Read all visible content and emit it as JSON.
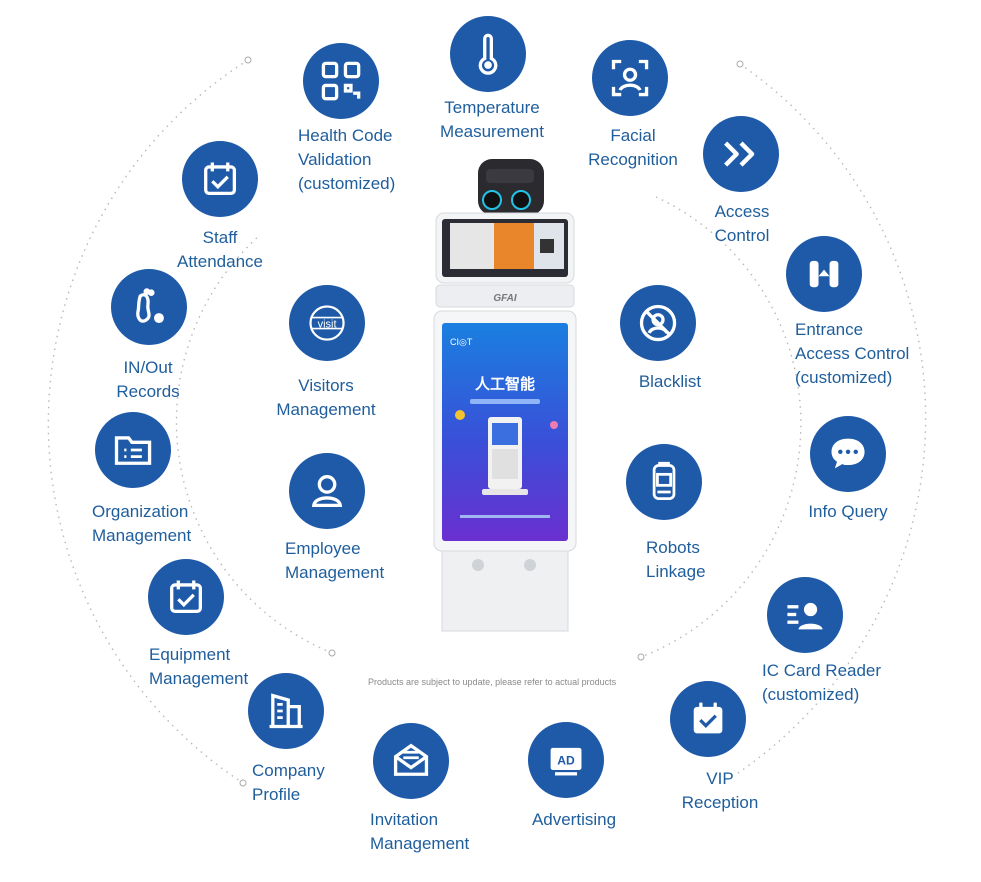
{
  "features": {
    "health_code": {
      "label": "Health Code\nValidation\n(customized)",
      "icon": "qr-code-icon"
    },
    "temperature": {
      "label": "Temperature\nMeasurement",
      "icon": "thermometer-icon"
    },
    "facial": {
      "label": "Facial\nRecognition",
      "icon": "face-scan-icon"
    },
    "access_control": {
      "label": "Access\nControl",
      "icon": "double-chevron-icon"
    },
    "entrance": {
      "label": "Entrance\nAccess Control\n(customized)",
      "icon": "turnstile-icon"
    },
    "info_query": {
      "label": "Info Query",
      "icon": "chat-bubble-icon"
    },
    "ic_card": {
      "label": "IC Card Reader\n(customized)",
      "icon": "id-card-icon"
    },
    "vip": {
      "label": "VIP\nReception",
      "icon": "vip-badge-icon"
    },
    "advertising": {
      "label": "Advertising",
      "icon": "ad-screen-icon"
    },
    "invitation": {
      "label": "Invitation\nManagement",
      "icon": "envelope-icon"
    },
    "company": {
      "label": "Company\nProfile",
      "icon": "building-icon"
    },
    "equipment": {
      "label": "Equipment\nManagement",
      "icon": "calendar-check-icon"
    },
    "organization": {
      "label": "Organization\nManagement",
      "icon": "folder-list-icon"
    },
    "inout": {
      "label": "IN/Out\nRecords",
      "icon": "footprint-icon"
    },
    "staff": {
      "label": "Staff\nAttendance",
      "icon": "calendar-check-icon"
    },
    "visitors": {
      "label": "Visitors\nManagement",
      "icon": "visit-text-icon",
      "icon_text": "visit"
    },
    "employee": {
      "label": "Employee\nManagement",
      "icon": "person-icon"
    },
    "blacklist": {
      "label": "Blacklist",
      "icon": "blocked-person-icon"
    },
    "robots": {
      "label": "Robots\nLinkage",
      "icon": "robot-icon"
    }
  },
  "advertising_icon_text": "AD",
  "kiosk": {
    "brand": "GFAI",
    "screen_logo": "CIOT",
    "screen_headline": "人工智能"
  },
  "disclaimer": "Products are subject to update, please refer to actual products",
  "colors": {
    "accent": "#1e5aa8",
    "label": "#1f5e9c"
  }
}
